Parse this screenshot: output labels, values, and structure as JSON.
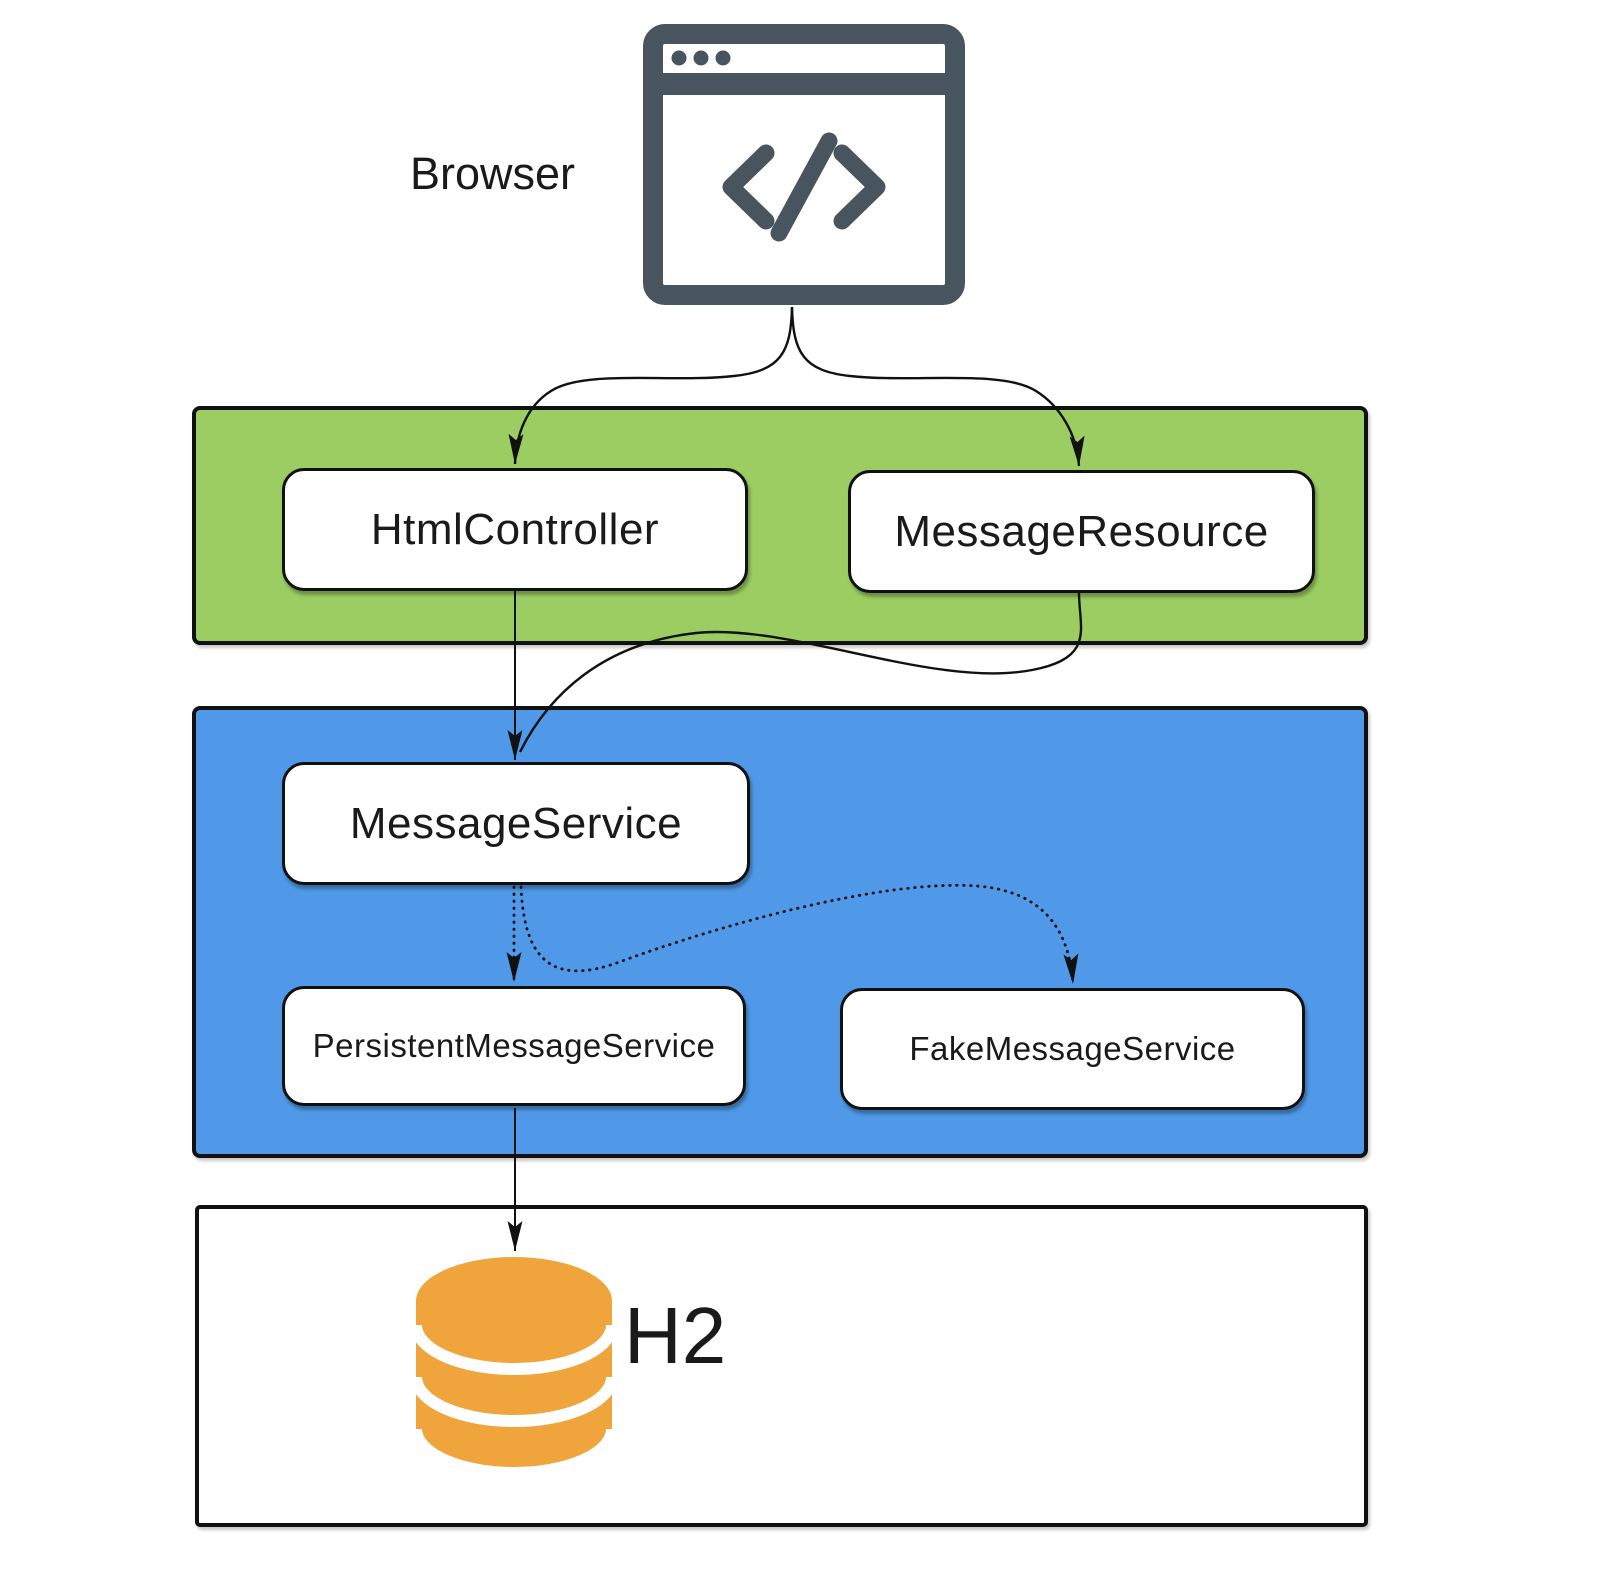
{
  "diagram": {
    "type": "architecture-diagram",
    "labels": {
      "browser": "Browser",
      "html_controller": "HtmlController",
      "message_resource": "MessageResource",
      "message_service": "MessageService",
      "persistent_message_service": "PersistentMessageService",
      "fake_message_service": "FakeMessageService",
      "database": "H2"
    },
    "layers": {
      "web": {
        "color": "#9bcd62",
        "nodes": [
          "HtmlController",
          "MessageResource"
        ]
      },
      "service": {
        "color": "#4f99e8",
        "nodes": [
          "MessageService",
          "PersistentMessageService",
          "FakeMessageService"
        ]
      },
      "data": {
        "color": "#ffffff",
        "nodes": [
          "H2"
        ]
      }
    },
    "icons": {
      "browser": "browser-window-code-icon",
      "browser_color": "#48545e",
      "database": "database-cylinder-icon",
      "database_color": "#f0a53c"
    },
    "outline_color": "#111111",
    "edges": [
      {
        "from": "Browser",
        "to": "HtmlController",
        "style": "solid"
      },
      {
        "from": "Browser",
        "to": "MessageResource",
        "style": "solid"
      },
      {
        "from": "HtmlController",
        "to": "MessageService",
        "style": "solid"
      },
      {
        "from": "MessageResource",
        "to": "MessageService",
        "style": "solid"
      },
      {
        "from": "MessageService",
        "to": "PersistentMessageService",
        "style": "dotted"
      },
      {
        "from": "MessageService",
        "to": "FakeMessageService",
        "style": "dotted"
      },
      {
        "from": "PersistentMessageService",
        "to": "H2",
        "style": "solid"
      }
    ]
  }
}
